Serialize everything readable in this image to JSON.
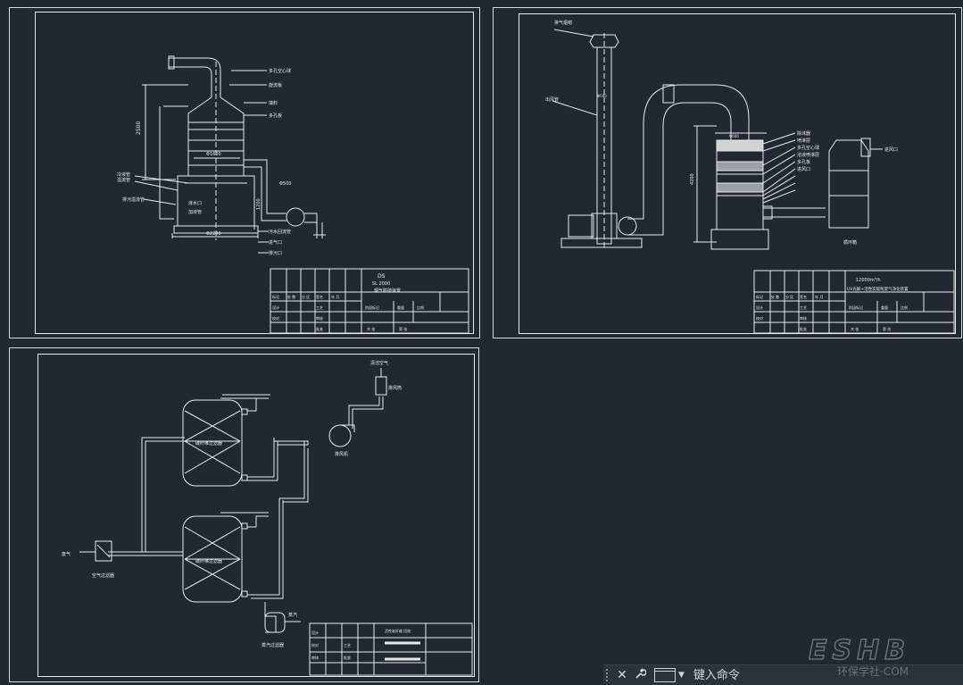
{
  "sheet1": {
    "title_main": "DS",
    "title_sub": "SL  2000",
    "title_name": "烟气脱硫装置",
    "size_height": "2500",
    "size_tower_dia": "Φ1600",
    "size_base_dia": "Φ2200",
    "size_duct": "Φ500",
    "size_side": "1200",
    "labels": [
      "多孔空心球",
      "旋流板",
      "填料",
      "多孔板",
      "冷液管",
      "溢流管",
      "排污溢流管",
      "液水口",
      "加液管",
      "污水回流管",
      "进气口",
      "排污口"
    ],
    "tb_cells": [
      "标记",
      "处 数",
      "分 区",
      "签名",
      "年 月",
      "设计",
      "工艺",
      "阶段标记",
      "重量",
      "比例",
      "校对",
      "审核",
      "批准",
      "共 张",
      "第 张"
    ]
  },
  "sheet2": {
    "title_main": "12000m³/h",
    "title_name": "UV光解+活性炭吸附废气净化装置",
    "size_stack_dia": "Φ500",
    "size_top": "Φ600",
    "size_height": "4200",
    "labels_left": [
      "排气烟帽",
      "出风管"
    ],
    "labels_right": [
      "除沫器",
      "喷淋层",
      "多孔空心球",
      "溶液喷淋层",
      "多孔板",
      "进风口"
    ],
    "label_inlet": "进风口",
    "label_tank": "循环箱",
    "tb_cells": [
      "标记",
      "处 数",
      "分 区",
      "签名",
      "年 月",
      "设计",
      "工艺",
      "阶段标记",
      "重量",
      "比例",
      "校对",
      "审核",
      "批准",
      "共 张",
      "第 张"
    ]
  },
  "sheet3": {
    "label_top_gas": "清洁空气",
    "label_fan_pipe": "排风筒",
    "label_fan": "排风机",
    "label_filter_upper": "碳纤维过滤器",
    "label_filter_lower": "碳纤维过滤器",
    "label_exhaust_in": "废气",
    "label_air_filter": "空气过滤器",
    "label_steam": "蒸汽",
    "label_condenser": "蒸汽过滤器",
    "title_name": "活性炭纤维 回收",
    "tb_cells": [
      "设计",
      "校对",
      "审核",
      "工艺",
      "批准"
    ]
  },
  "cmdbar": {
    "close_label": "✕",
    "settings_icon": "wrench-icon",
    "placeholder": "键入命令"
  },
  "watermark": {
    "text": "ESHB",
    "subtext": "环保学社·COM"
  },
  "colors": {
    "background": "#212830",
    "line": "#e8eaec",
    "command_bar": "#2b323b"
  }
}
